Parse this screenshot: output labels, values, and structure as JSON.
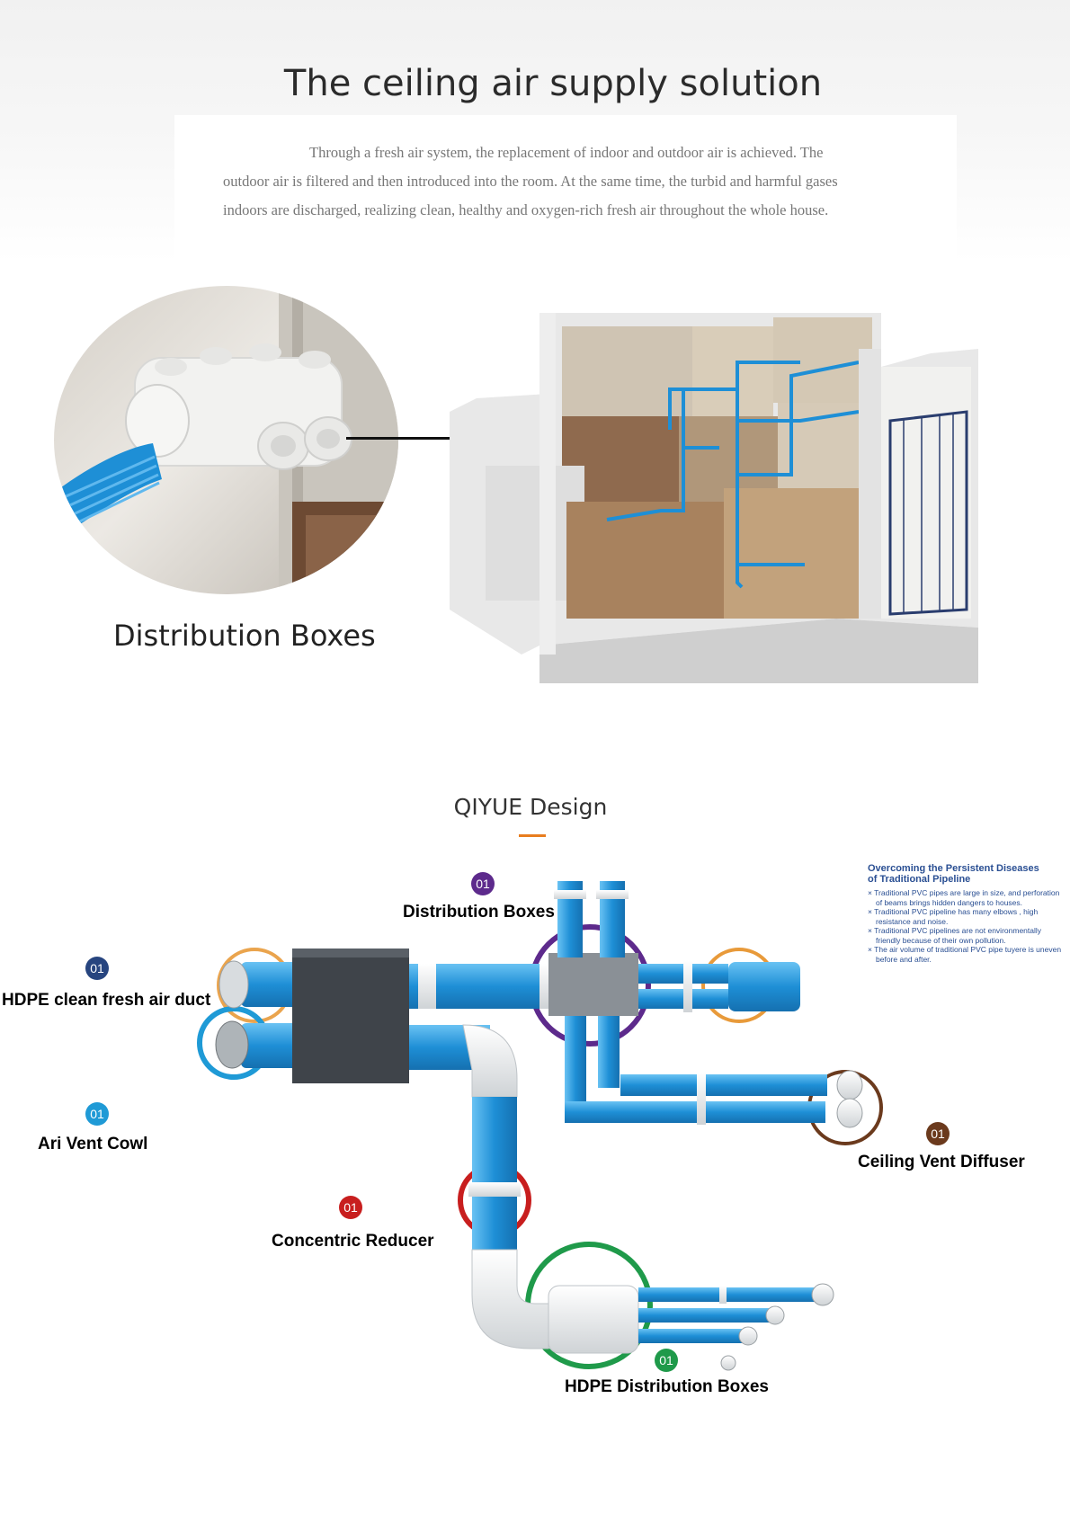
{
  "hero": {
    "title": "The ceiling air supply solution",
    "description": "Through a fresh air system, the replacement of indoor and outdoor air is achieved. The outdoor air is filtered and then introduced into the room. At the same time, the turbid and harmful gases indoors are discharged, realizing clean, healthy and oxygen-rich fresh air throughout the whole house."
  },
  "closeup": {
    "label": "Distribution Boxes"
  },
  "design": {
    "title": "QIYUE Design",
    "note": {
      "title_line1": "Overcoming the Persistent Diseases",
      "title_line2": "of Traditional Pipeline",
      "items": [
        "Traditional PVC pipes are large in size, and perforation of beams brings hidden dangers to houses.",
        "Traditional PVC pipeline has many elbows , high resistance and noise.",
        "Traditional PVC pipelines are not environmentally friendly because of their own pollution.",
        "The air volume of traditional PVC pipe tuyere is uneven before and after."
      ]
    },
    "callouts": [
      {
        "number": "01",
        "label": "Distribution Boxes",
        "color": "#5d2a8c"
      },
      {
        "number": "01",
        "label": "HDPE clean fresh air duct",
        "color": "#27457f"
      },
      {
        "number": "01",
        "label": "Ari Vent Cowl",
        "color": "#1f9ad6"
      },
      {
        "number": "01",
        "label": "Ceiling Vent Diffuser",
        "color": "#6b3a1d"
      },
      {
        "number": "01",
        "label": "Concentric Reducer",
        "color": "#c81e1e"
      },
      {
        "number": "01",
        "label": "HDPE  Distribution Boxes",
        "color": "#1f9a4a"
      }
    ]
  },
  "colors": {
    "duct_blue": "#1e8fd6",
    "accent_orange": "#e87d1f",
    "text_dark": "#2b2b2b"
  }
}
